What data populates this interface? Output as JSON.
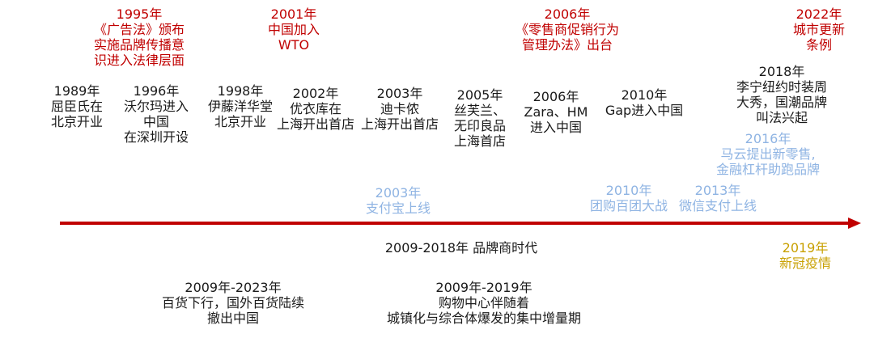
{
  "colors": {
    "policy": "#c00000",
    "event": "#1a1a1a",
    "digital": "#8fb4e3",
    "pandemic": "#c8a000",
    "axis": "#c00000"
  },
  "policy_events": [
    {
      "text": "1995年\n《广告法》颁布\n实施品牌传播意\n识进入法律层面"
    },
    {
      "text": "2001年\n中国加入\nWTO"
    },
    {
      "text": "2006年\n《零售商促销行为\n管理办法》出台"
    },
    {
      "text": "2022年\n城市更新条例"
    }
  ],
  "brand_events": [
    {
      "text": "1989年\n屈臣氏在\n北京开业"
    },
    {
      "text": "1996年\n沃尔玛进入\n中国\n在深圳开设"
    },
    {
      "text": "1998年\n伊藤洋华堂\n北京开业"
    },
    {
      "text": "2002年\n优衣库在\n上海开出首店"
    },
    {
      "text": "2003年\n迪卡侬\n上海开出首店"
    },
    {
      "text": "2005年\n丝芙兰、\n无印良品\n上海首店"
    },
    {
      "text": "2006年\nZara、HM\n进入中国"
    },
    {
      "text": "2010年\nGap进入中国"
    },
    {
      "text": "2018年\n李宁纽约时装周\n大秀，国潮品牌\n叫法兴起"
    }
  ],
  "digital_events": [
    {
      "text": "2016年\n马云提出新零售,\n金融杠杆助跑品牌"
    },
    {
      "text": "2003年\n支付宝上线"
    },
    {
      "text": "2010年\n团购百团大战"
    },
    {
      "text": "2013年\n微信支付上线"
    }
  ],
  "era_label": "2009-2018年  品牌商时代",
  "pandemic": "2019年\n新冠疫情",
  "periods": [
    {
      "text": "2009年-2023年\n百货下行，国外百货陆续\n撤出中国"
    },
    {
      "text": "2009年-2019年\n购物中心伴随着\n城镇化与综合体爆发的集中增量期"
    }
  ]
}
